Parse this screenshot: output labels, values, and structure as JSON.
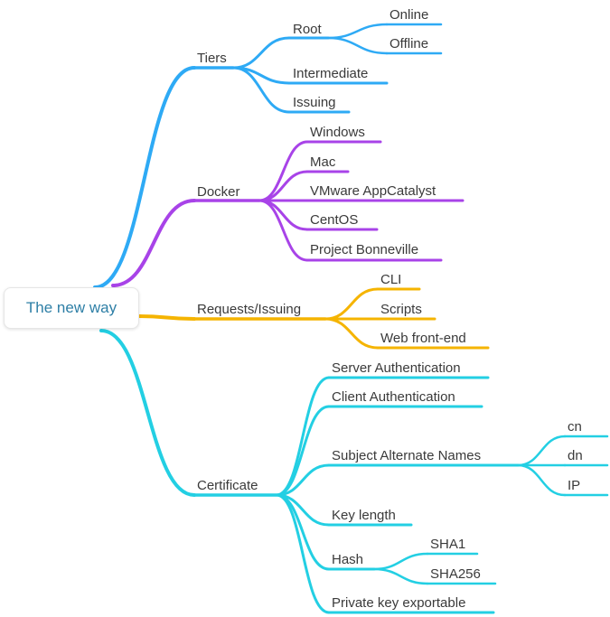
{
  "central": "The new way",
  "colors": {
    "tiers": "#2eaaf5",
    "docker": "#a843e8",
    "requests": "#f5b400",
    "certificate": "#23cfe3"
  },
  "branches": {
    "tiers": {
      "label": "Tiers",
      "children": {
        "root": {
          "label": "Root",
          "children": [
            "Online",
            "Offline"
          ]
        },
        "intermediate": "Intermediate",
        "issuing": "Issuing"
      }
    },
    "docker": {
      "label": "Docker",
      "children": [
        "Windows",
        "Mac",
        "VMware AppCatalyst",
        "CentOS",
        "Project Bonneville"
      ]
    },
    "requests": {
      "label": "Requests/Issuing",
      "children": [
        "CLI",
        "Scripts",
        "Web front-end"
      ]
    },
    "certificate": {
      "label": "Certificate",
      "children": {
        "server_auth": "Server Authentication",
        "client_auth": "Client Authentication",
        "san": {
          "label": "Subject Alternate Names",
          "children": [
            "cn",
            "dn",
            "IP"
          ]
        },
        "key_length": "Key length",
        "hash": {
          "label": "Hash",
          "children": [
            "SHA1",
            "SHA256"
          ]
        },
        "private_key": "Private key exportable"
      }
    }
  }
}
